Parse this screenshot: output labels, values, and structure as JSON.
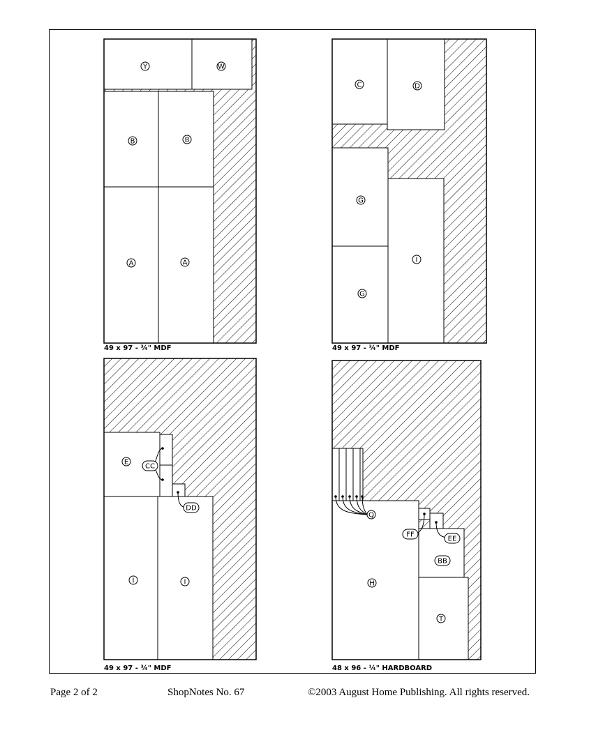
{
  "sheets": [
    {
      "caption": "49 x 97 - ¾\" MDF",
      "parts": [
        "Y",
        "W",
        "B",
        "B",
        "A",
        "A"
      ]
    },
    {
      "caption": "49 x 97 - ¾\" MDF",
      "parts": [
        "C",
        "D",
        "G",
        "G",
        "I"
      ]
    },
    {
      "caption": "49 x 97 - ¾\" MDF",
      "parts": [
        "E",
        "CC",
        "DD",
        "I",
        "I"
      ]
    },
    {
      "caption": "48 x 96 - ¼\" HARDBOARD",
      "parts": [
        "Q",
        "FF",
        "EE",
        "BB",
        "H",
        "T"
      ]
    }
  ],
  "footer": {
    "page": "Page 2 of 2",
    "issue": "ShopNotes No. 67",
    "copyright": "©2003 August Home Publishing. All rights reserved."
  },
  "colors": {
    "line": "#000000",
    "background": "#ffffff"
  }
}
